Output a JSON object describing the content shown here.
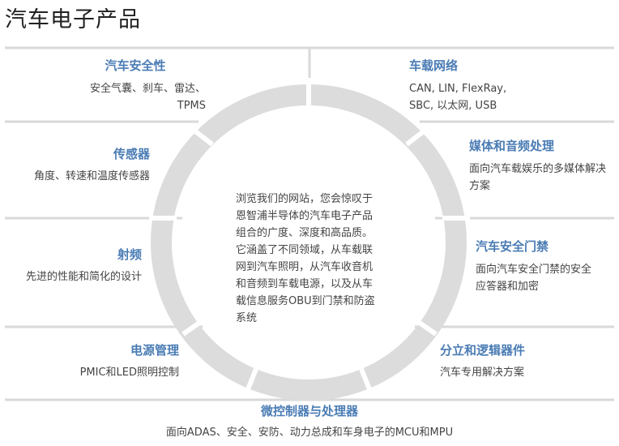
{
  "title": "汽车电子产品",
  "center_text": "浏览我们的网站，您会惊叹于恩智浦半导体的汽车电子产品组合的广度、深度和高品质。它涵盖了不同领域，从车载联网到汽车照明，从汽车收音机和音频到车载电源，以及从车载信息服务OBU到门禁和防盗系统",
  "categories": {
    "safety": {
      "name": "汽车安全性",
      "desc": "安全气囊、刹车、雷达、\nTPMS"
    },
    "network": {
      "name": "车载网络",
      "desc": "CAN, LIN, FlexRay,\nSBC, 以太网, USB"
    },
    "sensor": {
      "name": "传感器",
      "desc": "角度、转速和温度传感器"
    },
    "media": {
      "name": "媒体和音频处理",
      "desc": "面向汽车载娱乐的多媒体解决\n方案"
    },
    "rf": {
      "name": "射频",
      "desc": "先进的性能和简化的设计"
    },
    "access": {
      "name": "汽车安全门禁",
      "desc": "面向汽车安全门禁的安全\n应答器和加密"
    },
    "power": {
      "name": "电源管理",
      "desc": "PMIC和LED照明控制"
    },
    "discrete": {
      "name": "分立和逻辑器件",
      "desc": "汽车专用解决方案"
    },
    "mcu": {
      "name": "微控制器与处理器",
      "desc": "面向ADAS、安全、安防、动力总成和车身电子的MCU和MPU"
    }
  },
  "colors": {
    "accent": "#4a7cb4",
    "ring": "#dcdcdc",
    "divider": "#d9d9d9"
  }
}
